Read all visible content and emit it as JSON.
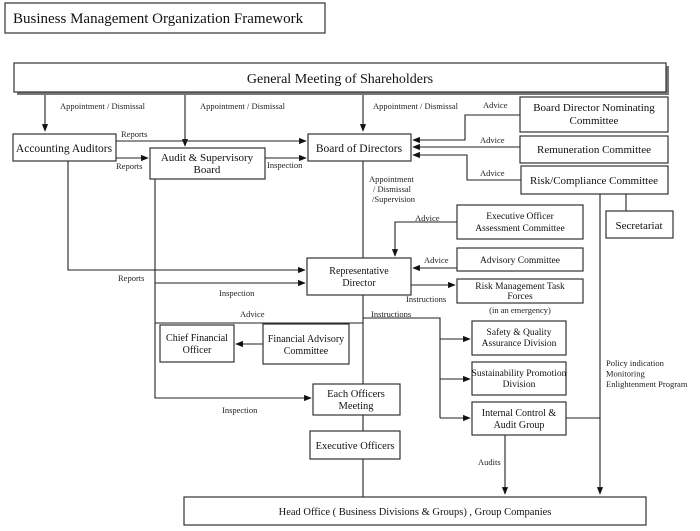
{
  "title": "Business Management Organization Framework",
  "nodes": {
    "general_meeting": "General Meeting of Shareholders",
    "accounting_auditors": "Accounting Auditors",
    "audit_board": [
      "Audit & Supervisory",
      "Board"
    ],
    "board_of_directors": "Board of Directors",
    "nominating_committee": [
      "Board Director Nominating",
      "Committee"
    ],
    "remuneration_committee": "Remuneration Committee",
    "risk_committee": "Risk/Compliance Committee",
    "secretariat": "Secretariat",
    "exec_assessment": [
      "Executive Officer",
      "Assessment Committee"
    ],
    "advisory_committee": "Advisory Committee",
    "representative_director": [
      "Representative",
      "Director"
    ],
    "risk_task_forces": [
      "Risk Management Task",
      "Forces"
    ],
    "cfo": [
      "Chief Financial",
      "Officer"
    ],
    "financial_advisory": [
      "Financial Advisory",
      "Committee"
    ],
    "officers_meeting": [
      "Each Officers",
      "Meeting"
    ],
    "executive_officers": "Executive Officers",
    "safety_quality": [
      "Safety & Quality",
      "Assurance Division"
    ],
    "sustainability": [
      "Sustainability Promotion",
      "Division"
    ],
    "internal_control": [
      "Internal Control &",
      "Audit Group"
    ],
    "head_office": "Head Office ( Business Divisions  & Groups) , Group Companies"
  },
  "labels": {
    "appointment_dismissal": "Appointment / Dismissal",
    "reports": "Reports",
    "inspection": "Inspection",
    "advice": "Advice",
    "instructions": "Instructions",
    "appointment_supervision": [
      "Appointment",
      "/ Dismissal",
      "/Supervision"
    ],
    "emergency": "(in an emergency)",
    "audits": "Audits",
    "policy": [
      "Policy indication",
      "Monitoring",
      "Enlightenment Program"
    ]
  }
}
